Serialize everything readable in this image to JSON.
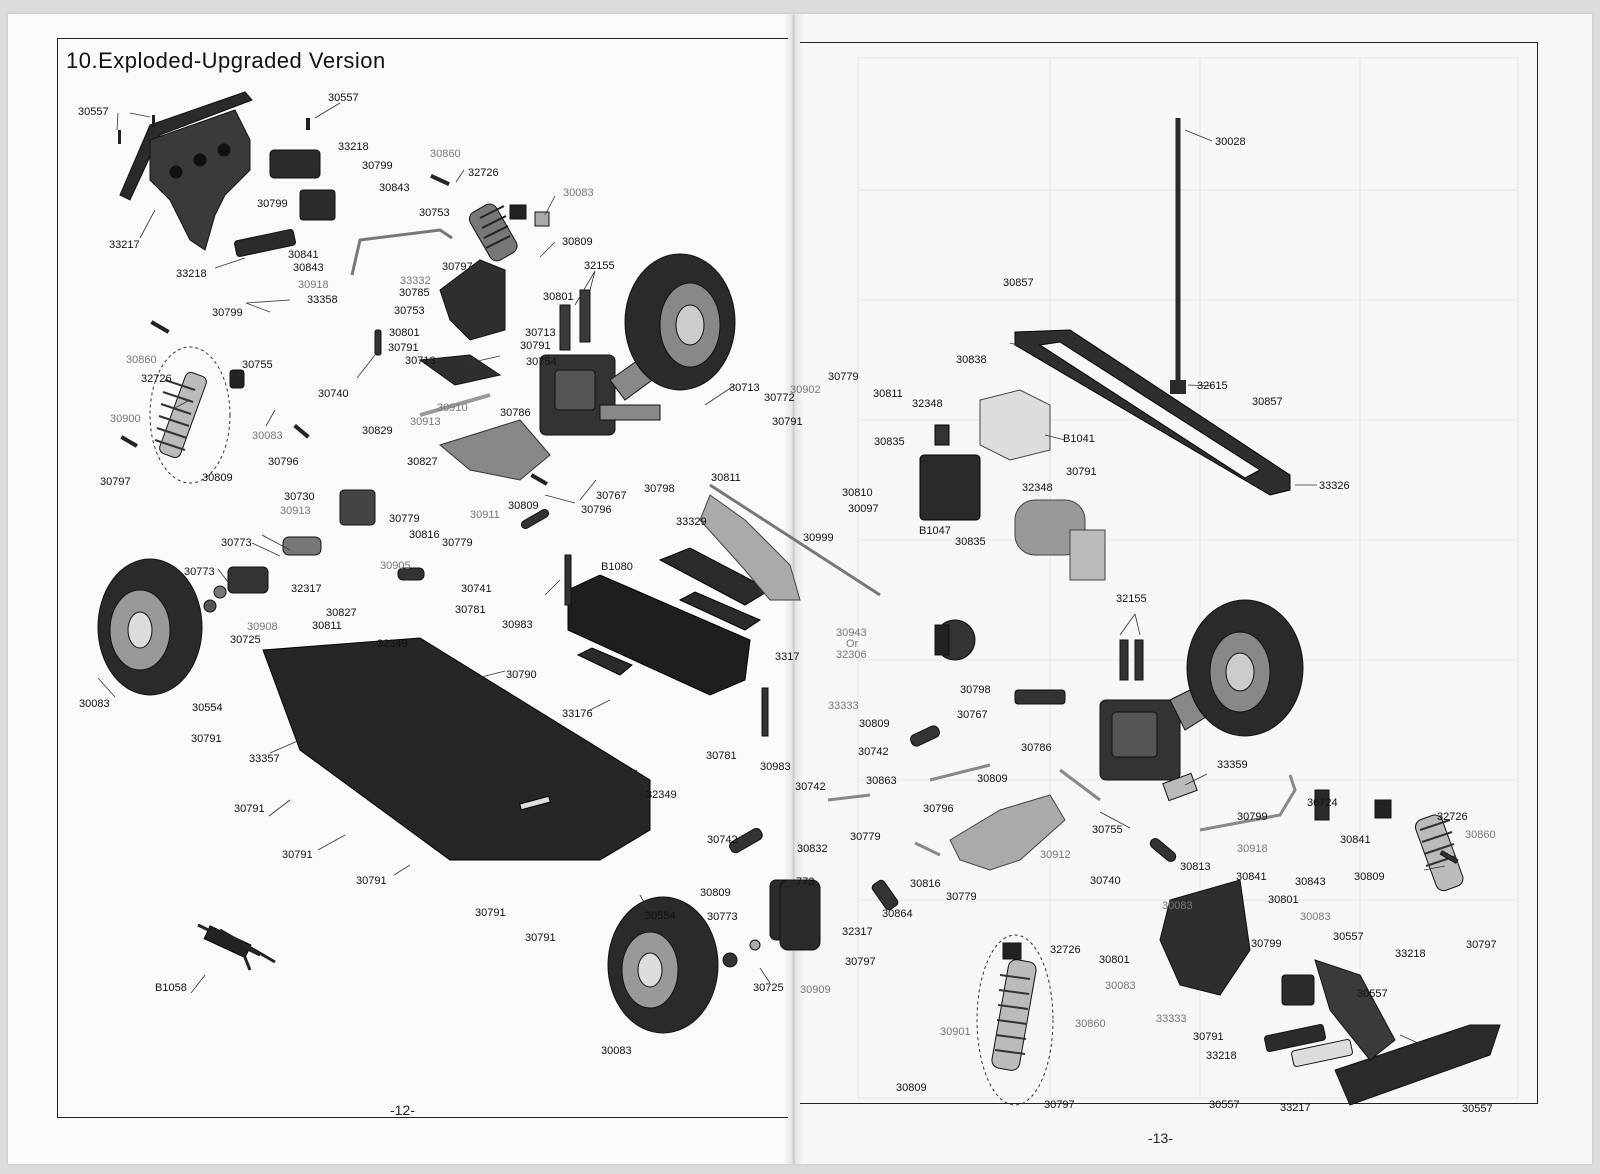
{
  "title": "10.Exploded-Upgraded Version",
  "page_numbers": {
    "left": "-12-",
    "right": "-13-"
  },
  "callouts": [
    {
      "id": "c1",
      "text": "30557"
    },
    {
      "id": "c2",
      "text": "30557"
    },
    {
      "id": "c3",
      "text": "33218"
    },
    {
      "id": "c4",
      "text": "30860"
    },
    {
      "id": "c5",
      "text": "32726"
    },
    {
      "id": "c6",
      "text": "30799"
    },
    {
      "id": "c7",
      "text": "30843"
    },
    {
      "id": "c8",
      "text": "30083"
    },
    {
      "id": "c9",
      "text": "30799"
    },
    {
      "id": "c10",
      "text": "30753"
    },
    {
      "id": "c11",
      "text": "30809"
    },
    {
      "id": "c12",
      "text": "33217"
    },
    {
      "id": "c13",
      "text": "33218"
    },
    {
      "id": "c14",
      "text": "30841"
    },
    {
      "id": "c15",
      "text": "30843"
    },
    {
      "id": "c16",
      "text": "30918"
    },
    {
      "id": "c17",
      "text": "30797"
    },
    {
      "id": "c18",
      "text": "32155"
    },
    {
      "id": "c19",
      "text": "33332"
    },
    {
      "id": "c20",
      "text": "30785"
    },
    {
      "id": "c21",
      "text": "33358"
    },
    {
      "id": "c22",
      "text": "30801"
    },
    {
      "id": "c23",
      "text": "30799"
    },
    {
      "id": "c24",
      "text": "30753"
    },
    {
      "id": "c25",
      "text": "30801"
    },
    {
      "id": "c26",
      "text": "30713"
    },
    {
      "id": "c27",
      "text": "30791"
    },
    {
      "id": "c28",
      "text": "30791"
    },
    {
      "id": "c29",
      "text": "30713"
    },
    {
      "id": "c30",
      "text": "30754"
    },
    {
      "id": "c31",
      "text": "30860"
    },
    {
      "id": "c32",
      "text": "30755"
    },
    {
      "id": "c33",
      "text": "32726"
    },
    {
      "id": "c34",
      "text": "30740"
    },
    {
      "id": "c35",
      "text": "30910"
    },
    {
      "id": "c36",
      "text": "30713"
    },
    {
      "id": "c37",
      "text": "30772"
    },
    {
      "id": "c38",
      "text": "30900"
    },
    {
      "id": "c39",
      "text": "30786"
    },
    {
      "id": "c40",
      "text": "30913"
    },
    {
      "id": "c41",
      "text": "30083"
    },
    {
      "id": "c42",
      "text": "30829"
    },
    {
      "id": "c43",
      "text": "30796"
    },
    {
      "id": "c44",
      "text": "30827"
    },
    {
      "id": "c45",
      "text": "30797"
    },
    {
      "id": "c46",
      "text": "30809"
    },
    {
      "id": "c47",
      "text": "30730"
    },
    {
      "id": "c48",
      "text": "30913"
    },
    {
      "id": "c49",
      "text": "30911"
    },
    {
      "id": "c50",
      "text": "30809"
    },
    {
      "id": "c51",
      "text": "30767"
    },
    {
      "id": "c52",
      "text": "30798"
    },
    {
      "id": "c53",
      "text": "30796"
    },
    {
      "id": "c54",
      "text": "30779"
    },
    {
      "id": "c55",
      "text": "30816"
    },
    {
      "id": "c56",
      "text": "30779"
    },
    {
      "id": "c57",
      "text": "30773"
    },
    {
      "id": "c58",
      "text": "30905"
    },
    {
      "id": "c59",
      "text": "30773"
    },
    {
      "id": "c60",
      "text": "32317"
    },
    {
      "id": "c61",
      "text": "30741"
    },
    {
      "id": "c62",
      "text": "30827"
    },
    {
      "id": "c63",
      "text": "30811"
    },
    {
      "id": "c64",
      "text": "30908"
    },
    {
      "id": "c65",
      "text": "30781"
    },
    {
      "id": "c66",
      "text": "B1080"
    },
    {
      "id": "c67",
      "text": "30983"
    },
    {
      "id": "c68",
      "text": "30725"
    },
    {
      "id": "c69",
      "text": "32349"
    },
    {
      "id": "c70",
      "text": "30790"
    },
    {
      "id": "c71",
      "text": "30083"
    },
    {
      "id": "c72",
      "text": "30554"
    },
    {
      "id": "c73",
      "text": "33176"
    },
    {
      "id": "c74",
      "text": "30791"
    },
    {
      "id": "c75",
      "text": "33357"
    },
    {
      "id": "c76",
      "text": "30781"
    },
    {
      "id": "c77",
      "text": "30983"
    },
    {
      "id": "c78",
      "text": "30791"
    },
    {
      "id": "c79",
      "text": "32349"
    },
    {
      "id": "c80",
      "text": "30791"
    },
    {
      "id": "c81",
      "text": "30791"
    },
    {
      "id": "c82",
      "text": "30742"
    },
    {
      "id": "c83",
      "text": "30809"
    },
    {
      "id": "c84",
      "text": "30791"
    },
    {
      "id": "c85",
      "text": "30554"
    },
    {
      "id": "c86",
      "text": "30791"
    },
    {
      "id": "c87",
      "text": "30773"
    },
    {
      "id": "c88",
      "text": "B1058"
    },
    {
      "id": "c89",
      "text": "30725"
    },
    {
      "id": "c90",
      "text": "30083"
    },
    {
      "id": "c91",
      "text": "30779"
    },
    {
      "id": "c92",
      "text": "30811"
    },
    {
      "id": "c93",
      "text": "32348"
    },
    {
      "id": "c94",
      "text": "30791"
    },
    {
      "id": "c95",
      "text": "30835"
    },
    {
      "id": "c96",
      "text": "B1041"
    },
    {
      "id": "c97",
      "text": "30811"
    },
    {
      "id": "c98",
      "text": "30810"
    },
    {
      "id": "c99",
      "text": "30097"
    },
    {
      "id": "c100",
      "text": "B1047"
    },
    {
      "id": "c101",
      "text": "30835"
    },
    {
      "id": "c102",
      "text": "32348"
    },
    {
      "id": "c103",
      "text": "30791"
    },
    {
      "id": "c104",
      "text": "33329"
    },
    {
      "id": "c105",
      "text": "30999"
    },
    {
      "id": "c106",
      "text": "30943"
    },
    {
      "id": "c107",
      "text": "Or"
    },
    {
      "id": "c108",
      "text": "32306"
    },
    {
      "id": "c109",
      "text": "3317"
    },
    {
      "id": "c110",
      "text": "30028"
    },
    {
      "id": "c111",
      "text": "30857"
    },
    {
      "id": "c112",
      "text": "30838"
    },
    {
      "id": "c113",
      "text": "32615"
    },
    {
      "id": "c114",
      "text": "30857"
    },
    {
      "id": "c115",
      "text": "33326"
    },
    {
      "id": "c116",
      "text": "32155"
    },
    {
      "id": "c117",
      "text": "30798"
    },
    {
      "id": "c118",
      "text": "33333"
    },
    {
      "id": "c119",
      "text": "30809"
    },
    {
      "id": "c120",
      "text": "30767"
    },
    {
      "id": "c121",
      "text": "30742"
    },
    {
      "id": "c122",
      "text": "30786"
    },
    {
      "id": "c123",
      "text": "30863"
    },
    {
      "id": "c124",
      "text": "30809"
    },
    {
      "id": "c125",
      "text": "30796"
    },
    {
      "id": "c126",
      "text": "30742"
    },
    {
      "id": "c127",
      "text": "33359"
    },
    {
      "id": "c128",
      "text": "30724"
    },
    {
      "id": "c129",
      "text": "30799"
    },
    {
      "id": "c130",
      "text": "30755"
    },
    {
      "id": "c131",
      "text": "30841"
    },
    {
      "id": "c132",
      "text": "30918"
    },
    {
      "id": "c133",
      "text": "32726"
    },
    {
      "id": "c134",
      "text": "30860"
    },
    {
      "id": "c135",
      "text": "30779"
    },
    {
      "id": "c136",
      "text": "30832"
    },
    {
      "id": "c137",
      "text": "30912"
    },
    {
      "id": "c138",
      "text": "30740"
    },
    {
      "id": "c139",
      "text": "30813"
    },
    {
      "id": "c140",
      "text": "30841"
    },
    {
      "id": "c141",
      "text": "30843"
    },
    {
      "id": "c142",
      "text": "30809"
    },
    {
      "id": "c143",
      "text": "30816"
    },
    {
      "id": "c144",
      "text": "30779"
    },
    {
      "id": "c145",
      "text": "30801"
    },
    {
      "id": "c146",
      "text": "773"
    },
    {
      "id": "c147",
      "text": "30864"
    },
    {
      "id": "c148",
      "text": "30083"
    },
    {
      "id": "c149",
      "text": "30083"
    },
    {
      "id": "c150",
      "text": "30797"
    },
    {
      "id": "c151",
      "text": "30799"
    },
    {
      "id": "c152",
      "text": "30557"
    },
    {
      "id": "c153",
      "text": "32317"
    },
    {
      "id": "c154",
      "text": "32726"
    },
    {
      "id": "c155",
      "text": "30801"
    },
    {
      "id": "c156",
      "text": "33218"
    },
    {
      "id": "c157",
      "text": "30797"
    },
    {
      "id": "c158",
      "text": "30083"
    },
    {
      "id": "c159",
      "text": "30557"
    },
    {
      "id": "c160",
      "text": "30909"
    },
    {
      "id": "c161",
      "text": "33333"
    },
    {
      "id": "c162",
      "text": "30860"
    },
    {
      "id": "c163",
      "text": "30901"
    },
    {
      "id": "c164",
      "text": "30791"
    },
    {
      "id": "c165",
      "text": "33218"
    },
    {
      "id": "c166",
      "text": "30809"
    },
    {
      "id": "c167",
      "text": "30797"
    },
    {
      "id": "c168",
      "text": "30557"
    },
    {
      "id": "c169",
      "text": "33217"
    },
    {
      "id": "c170",
      "text": "30557"
    },
    {
      "id": "c171",
      "text": "30902"
    }
  ]
}
